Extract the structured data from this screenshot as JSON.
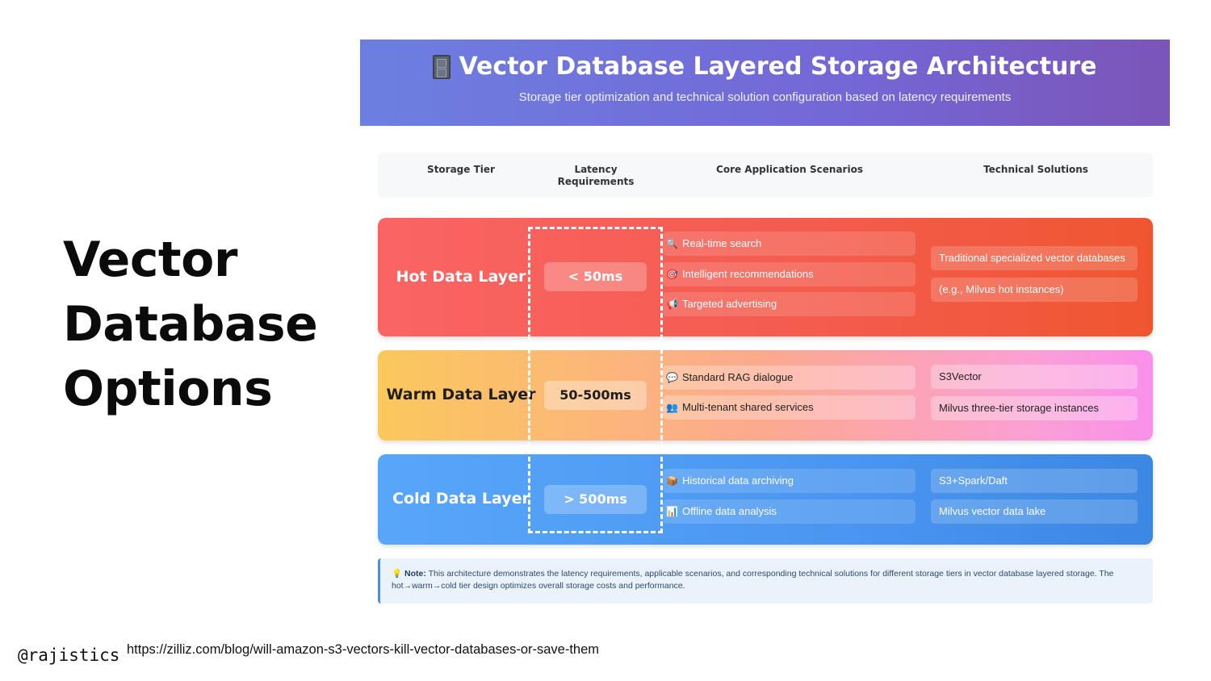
{
  "slide": {
    "title_lines": [
      "Vector",
      "Database",
      "Options"
    ],
    "handle": "@rajistics",
    "source_url": "https://zilliz.com/blog/will-amazon-s3-vectors-kill-vector-databases-or-save-them"
  },
  "figure": {
    "title": "Vector Database Layered Storage Architecture",
    "subtitle": "Storage tier optimization and technical solution configuration based on latency requirements",
    "title_icon": "file-cabinet-icon",
    "headers": {
      "tier": "Storage Tier",
      "latency": "Latency Requirements",
      "scenarios": "Core Application Scenarios",
      "solutions": "Technical Solutions"
    },
    "layers": [
      {
        "name": "Hot Data Layer",
        "latency": "< 50ms",
        "color": "#f45b4c",
        "scenarios": [
          {
            "icon": "🔍",
            "icon_name": "magnifier-icon",
            "label": "Real-time search"
          },
          {
            "icon": "🎯",
            "icon_name": "target-icon",
            "label": "Intelligent recommendations"
          },
          {
            "icon": "📢",
            "icon_name": "megaphone-icon",
            "label": "Targeted advertising"
          }
        ],
        "solutions": [
          "Traditional specialized vector databases",
          "(e.g., Milvus hot instances)"
        ]
      },
      {
        "name": "Warm Data Layer",
        "latency": "50-500ms",
        "color": "#fca98f",
        "scenarios": [
          {
            "icon": "💬",
            "icon_name": "speech-bubble-icon",
            "label": "Standard RAG dialogue"
          },
          {
            "icon": "👥",
            "icon_name": "users-icon",
            "label": "Multi-tenant shared services"
          }
        ],
        "solutions": [
          "S3Vector",
          "Milvus three-tier storage instances"
        ]
      },
      {
        "name": "Cold Data Layer",
        "latency": "> 500ms",
        "color": "#4a96f0",
        "scenarios": [
          {
            "icon": "📦",
            "icon_name": "package-icon",
            "label": "Historical data archiving"
          },
          {
            "icon": "📊",
            "icon_name": "bar-chart-icon",
            "label": "Offline data analysis"
          }
        ],
        "solutions": [
          "S3+Spark/Daft",
          "Milvus vector data lake"
        ]
      }
    ],
    "note": {
      "icon": "💡",
      "label": "Note:",
      "text": "This architecture demonstrates the latency requirements, applicable scenarios, and corresponding technical solutions for different storage tiers in vector database layered storage. The hot→warm→cold tier design optimizes overall storage costs and performance."
    }
  }
}
